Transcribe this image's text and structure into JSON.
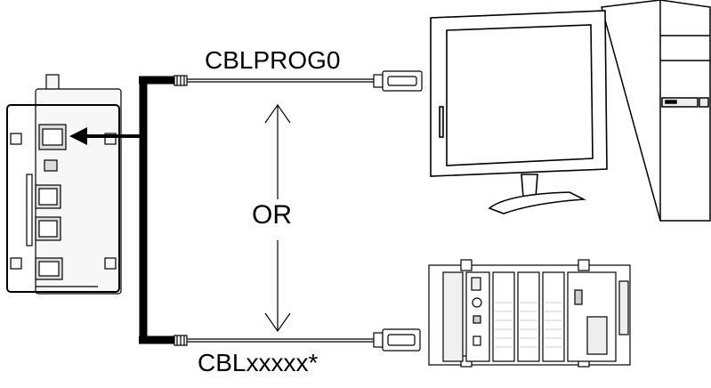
{
  "diagram": {
    "cable_top_label": "CBLPROG0",
    "cable_bottom_label": "CBLxxxxx*",
    "or_label": "OR"
  },
  "colors": {
    "line": "#000000",
    "cable": "#333333",
    "device_fill": "#f7f7f7",
    "port_fill": "#dcdcdc"
  }
}
